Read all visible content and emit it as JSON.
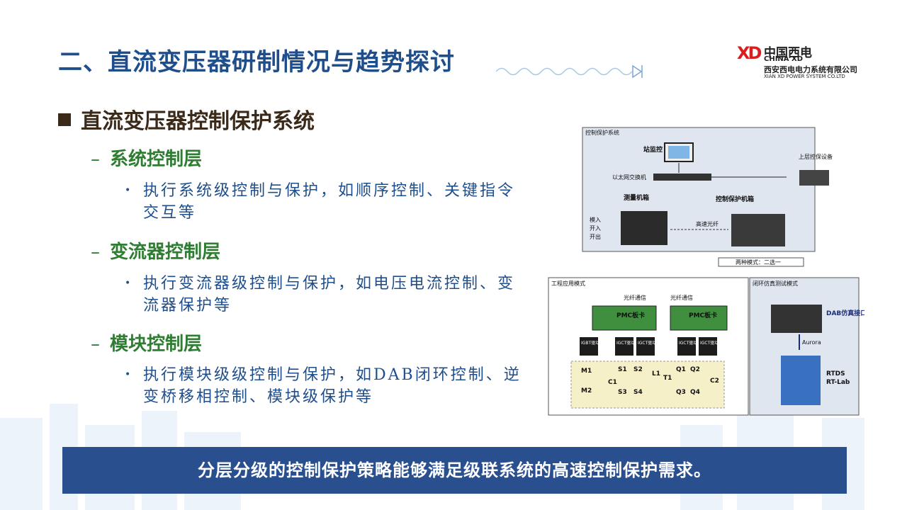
{
  "header": {
    "title": "二、直流变压器研制情况与趋势探讨",
    "logo": {
      "mark": "XD",
      "brand_cn": "中国西电",
      "brand_en": "CHINA XD",
      "company_cn": "西安西电电力系统有限公司",
      "company_en": "XIAN XD POWER SYSTEM CO.LTD"
    }
  },
  "main": {
    "heading": "直流变压器控制保护系统",
    "sections": [
      {
        "label": "系统控制层",
        "detail": "执行系统级控制与保护，如顺序控制、关键指令交互等"
      },
      {
        "label": "变流器控制层",
        "detail": "执行变流器级控制与保护，如电压电流控制、变流器保护等"
      },
      {
        "label": "模块控制层",
        "detail": "执行模块级级控制与保护，如DAB闭环控制、逆变桥移相控制、模块级保护等"
      }
    ],
    "dash": "–",
    "bullet": "•"
  },
  "diagram": {
    "system_box": "控制保护系统",
    "monitor": "站监控",
    "switch": "以太网交换机",
    "upper": "上层控保设备",
    "measure": "测量机箱",
    "ctrl": "控制保护机箱",
    "inputs": [
      "模入",
      "开入",
      "开出"
    ],
    "fiber": "高速光纤",
    "mode_select": "两种模式：二选一",
    "eng_mode": "工程应用模式",
    "sim_mode": "闭环仿真测试模式",
    "fiber_comm": "光纤通信",
    "pmc": "PMC板卡",
    "igbt": "IGBT驱动",
    "igct": "IGCT驱动",
    "dab_if": "DAB仿真接口装置",
    "aurora": "Aurora",
    "rtds": "RTDS",
    "rtlab": "RT-Lab",
    "components": [
      "M1",
      "M2",
      "C1",
      "S1",
      "S2",
      "S3",
      "S4",
      "L1",
      "T1",
      "Q1",
      "Q2",
      "Q3",
      "Q4",
      "C2"
    ]
  },
  "banner": {
    "text": "分层分级的控制保护策略能够满足级联系统的高速控制保护需求。"
  },
  "colors": {
    "title": "#1f4e8c",
    "heading": "#3b2a1a",
    "level2": "#2e7d32",
    "level3": "#1f4e8c",
    "banner": "#2a4f8f"
  }
}
